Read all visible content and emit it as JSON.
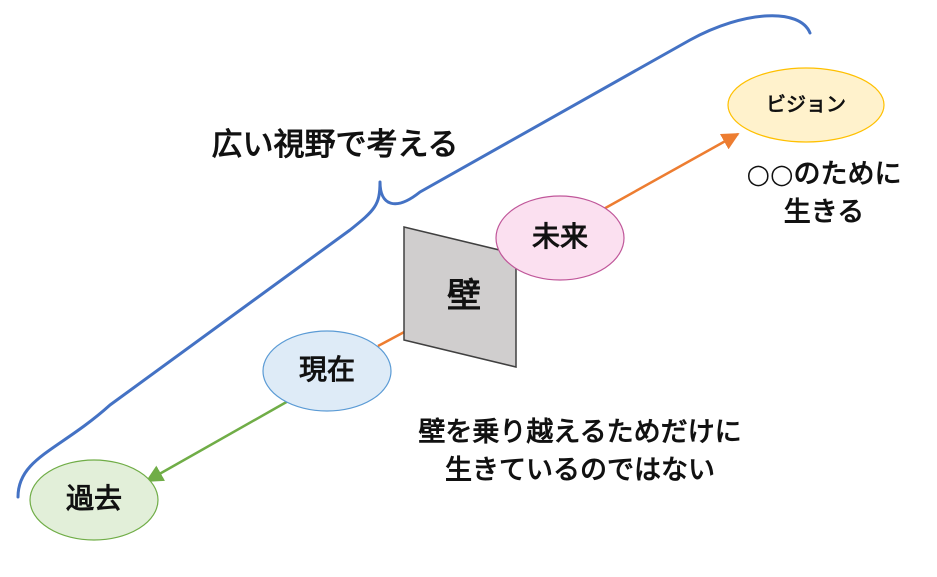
{
  "diagram": {
    "brace_label": "広い視野で考える",
    "wall_label": "壁",
    "nodes": {
      "past": {
        "label": "過去",
        "fill": "#E2EFD9",
        "stroke": "#70AD47"
      },
      "present": {
        "label": "現在",
        "fill": "#DEEBF7",
        "stroke": "#5B9BD5"
      },
      "future": {
        "label": "未来",
        "fill": "#FBE0F0",
        "stroke": "#C0579A"
      },
      "vision": {
        "label": "ビジョン",
        "fill": "#FFF2CC",
        "stroke": "#FFC000"
      }
    },
    "vision_caption": {
      "line1": "○○のために",
      "line2": "生きる"
    },
    "wall_caption": {
      "line1": "壁を乗り越えるためだけに",
      "line2": "生きているのではない"
    },
    "colors": {
      "brace": "#4472C4",
      "arrow_future": "#ED7D31",
      "arrow_past": "#70AD47",
      "wall_fill": "#D0CECE",
      "wall_stroke": "#404040"
    }
  }
}
